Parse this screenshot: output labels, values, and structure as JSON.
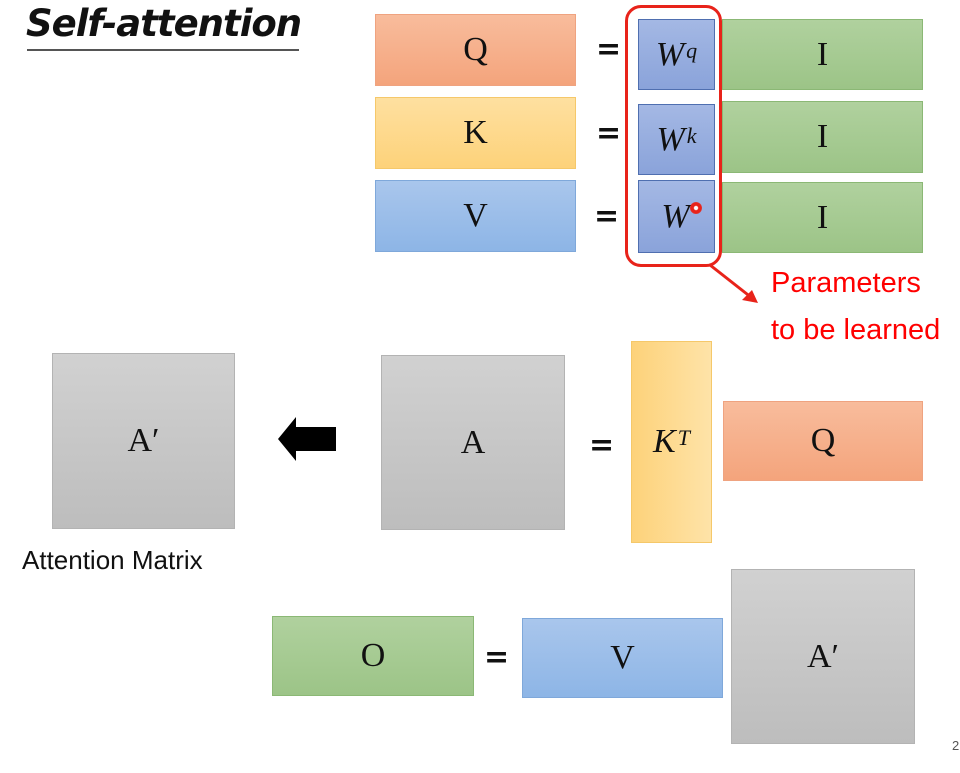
{
  "slide": {
    "title": "Self-attention",
    "page_number": "2"
  },
  "projections": [
    {
      "output": "Q",
      "weight_base": "W",
      "weight_sup": "q",
      "input": "I",
      "operator": "="
    },
    {
      "output": "K",
      "weight_base": "W",
      "weight_sup": "k",
      "input": "I",
      "operator": "="
    },
    {
      "output": "V",
      "weight_base": "W",
      "weight_sup": "",
      "input": "I",
      "operator": "="
    }
  ],
  "annotation": {
    "line1": "Parameters",
    "line2": "to be learned",
    "color": "#e8231a"
  },
  "attention": {
    "result": "A′",
    "result_caption": "Attention Matrix",
    "score": "A",
    "operator": "=",
    "kt_base": "K",
    "kt_sup": "T",
    "query": "Q"
  },
  "output_eq": {
    "output": "O",
    "operator": "=",
    "value": "V",
    "attn": "A′"
  },
  "colors": {
    "query": "#f6ad87",
    "key": "#fdd78a",
    "value": "#9bbde9",
    "weight": "#93abde",
    "input": "#a6ca92",
    "matrix": "#c6c6c6"
  }
}
